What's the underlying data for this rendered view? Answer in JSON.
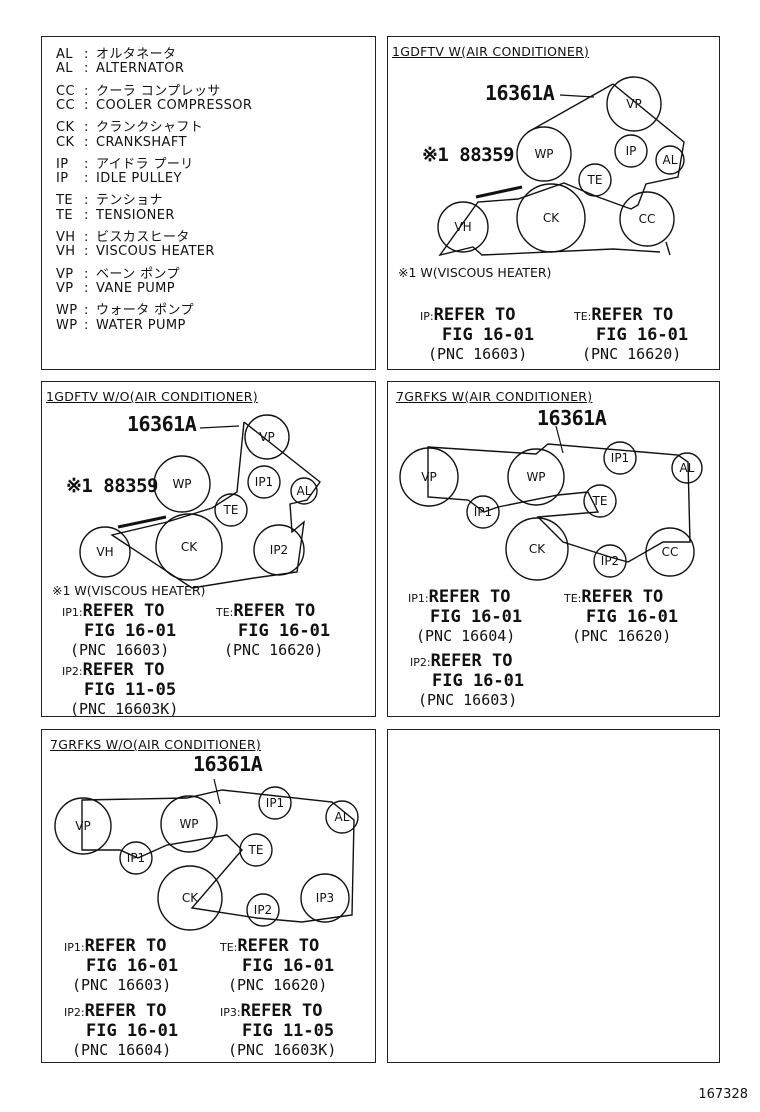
{
  "legend": [
    {
      "code": "AL",
      "text": "オルタネータ"
    },
    {
      "code": "AL",
      "text": "ALTERNATOR"
    },
    {
      "code": "CC",
      "text": "クーラ コンプレッサ"
    },
    {
      "code": "CC",
      "text": "COOLER COMPRESSOR"
    },
    {
      "code": "CK",
      "text": "クランクシャフト"
    },
    {
      "code": "CK",
      "text": "CRANKSHAFT"
    },
    {
      "code": "IP",
      "text": "アイドラ プーリ"
    },
    {
      "code": "IP",
      "text": "IDLE PULLEY"
    },
    {
      "code": "TE",
      "text": "テンショナ"
    },
    {
      "code": "TE",
      "text": "TENSIONER"
    },
    {
      "code": "VH",
      "text": "ビスカスヒータ"
    },
    {
      "code": "VH",
      "text": "VISCOUS HEATER"
    },
    {
      "code": "VP",
      "text": "ベーン ポンプ"
    },
    {
      "code": "VP",
      "text": "VANE PUMP"
    },
    {
      "code": "WP",
      "text": "ウォータ ポンプ"
    },
    {
      "code": "WP",
      "text": "WATER PUMP"
    }
  ],
  "colon": ":",
  "p1": {
    "title": "1GDFTV  W(AIR CONDITIONER)",
    "part": "16361A",
    "part2": "※1 88359",
    "note": "※1 W(VISCOUS HEATER)",
    "pulleys": [
      "VP",
      "WP",
      "IP",
      "AL",
      "TE",
      "VH",
      "CK",
      "CC"
    ],
    "refs": [
      {
        "tag": "IP:",
        "l1": "REFER TO",
        "l2": "FIG 16-01",
        "l3": "(PNC 16603)"
      },
      {
        "tag": "TE:",
        "l1": "REFER TO",
        "l2": "FIG 16-01",
        "l3": "(PNC 16620)"
      }
    ]
  },
  "p2": {
    "title": "1GDFTV  W/O(AIR CONDITIONER)",
    "part": "16361A",
    "part2": "※1 88359",
    "note": "※1 W(VISCOUS HEATER)",
    "pulleys": [
      "VP",
      "WP",
      "IP1",
      "AL",
      "TE",
      "VH",
      "CK",
      "IP2"
    ],
    "refs": [
      {
        "tag": "IP1:",
        "l1": "REFER TO",
        "l2": "FIG 16-01",
        "l3": "(PNC 16603)"
      },
      {
        "tag": "TE:",
        "l1": "REFER TO",
        "l2": "FIG 16-01",
        "l3": "(PNC 16620)"
      },
      {
        "tag": "IP2:",
        "l1": "REFER TO",
        "l2": "FIG 11-05",
        "l3": "(PNC 16603K)"
      }
    ]
  },
  "p3": {
    "title": "7GRFKS  W(AIR CONDITIONER)",
    "part": "16361A",
    "pulleys": [
      "VP",
      "WP",
      "IP1",
      "AL",
      "IP1",
      "TE",
      "CK",
      "IP2",
      "CC"
    ],
    "refs": [
      {
        "tag": "IP1:",
        "l1": "REFER TO",
        "l2": "FIG 16-01",
        "l3": "(PNC 16604)"
      },
      {
        "tag": "TE:",
        "l1": "REFER TO",
        "l2": "FIG 16-01",
        "l3": "(PNC 16620)"
      },
      {
        "tag": "IP2:",
        "l1": "REFER TO",
        "l2": "FIG 16-01",
        "l3": "(PNC 16603)"
      }
    ]
  },
  "p4": {
    "title": "7GRFKS  W/O(AIR CONDITIONER)",
    "part": "16361A",
    "pulleys": [
      "VP",
      "WP",
      "IP1",
      "AL",
      "IP1",
      "TE",
      "CK",
      "IP2",
      "IP3"
    ],
    "refs": [
      {
        "tag": "IP1:",
        "l1": "REFER TO",
        "l2": "FIG 16-01",
        "l3": "(PNC 16603)"
      },
      {
        "tag": "TE:",
        "l1": "REFER TO",
        "l2": "FIG 16-01",
        "l3": "(PNC 16620)"
      },
      {
        "tag": "IP2:",
        "l1": "REFER TO",
        "l2": "FIG 16-01",
        "l3": "(PNC 16604)"
      },
      {
        "tag": "IP3:",
        "l1": "REFER TO",
        "l2": "FIG 11-05",
        "l3": "(PNC 16603K)"
      }
    ]
  },
  "page_number": "167328"
}
